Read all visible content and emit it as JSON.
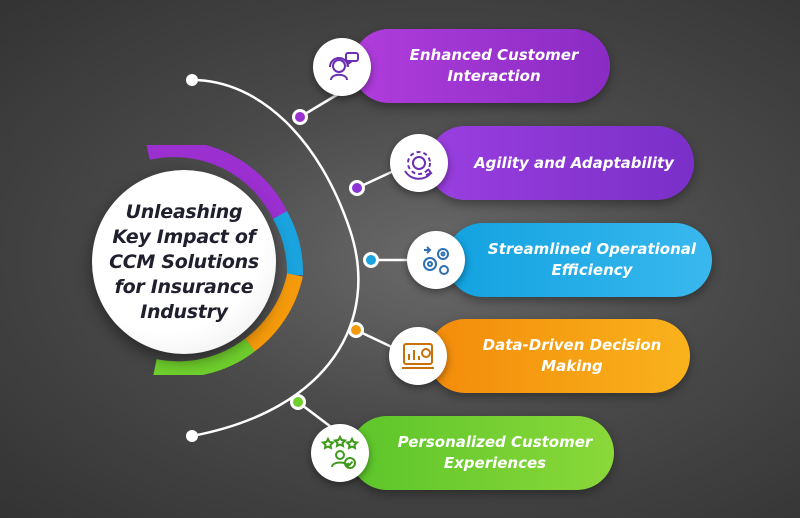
{
  "hub": {
    "title_lines": [
      "Unleashing",
      "Key Impact of",
      "CCM Solutions",
      "for Insurance",
      "Industry"
    ]
  },
  "items": [
    {
      "label_lines": [
        "Enhanced Customer",
        "Interaction"
      ],
      "icon": "customer-support-icon",
      "color": "#9b2fd0"
    },
    {
      "label_lines": [
        "Agility and Adaptability"
      ],
      "icon": "adaptive-gear-icon",
      "color": "#8a35d8"
    },
    {
      "label_lines": [
        "Streamlined Operational",
        "Efficiency"
      ],
      "icon": "gears-icon",
      "color": "#1aa3de"
    },
    {
      "label_lines": [
        "Data-Driven Decision",
        "Making"
      ],
      "icon": "analytics-dashboard-icon",
      "color": "#f59a0b"
    },
    {
      "label_lines": [
        "Personalized Customer",
        "Experiences"
      ],
      "icon": "user-rating-icon",
      "color": "#6fcf2c"
    }
  ],
  "colors": {
    "purple": "#9b2fd0",
    "violet": "#8a35d8",
    "blue": "#1aa3de",
    "orange": "#f59a0b",
    "green": "#6fcf2c",
    "icon_stroke": "#6b2fb3"
  }
}
